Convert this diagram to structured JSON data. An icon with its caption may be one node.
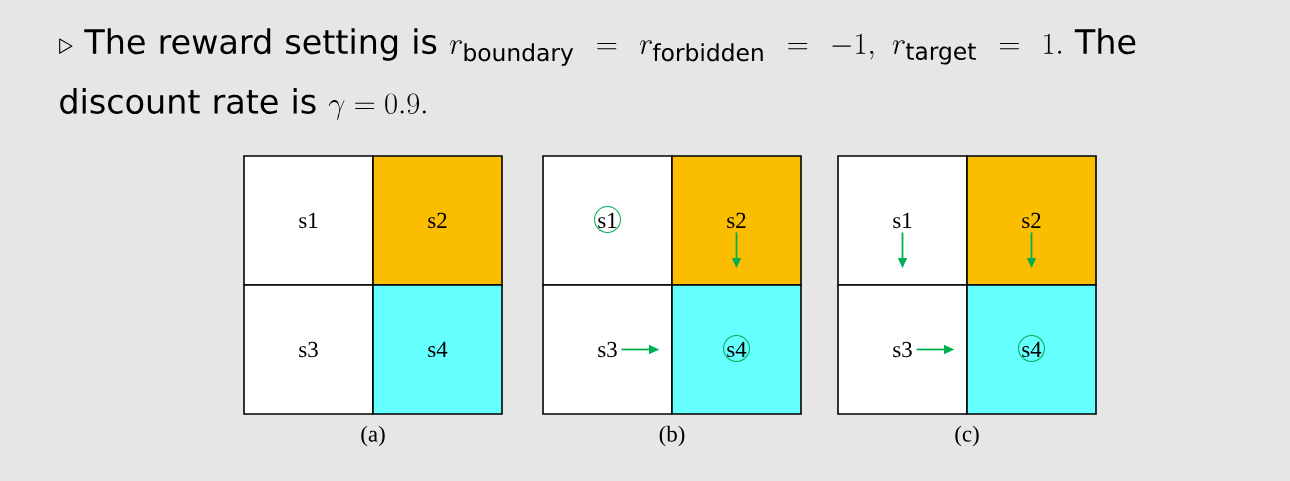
{
  "diagram": {
    "title": "\\triangleright\\ \\text{The reward setting is } r_{\\text{boundary}} = r_{\\text{forbidden}} = -1,\\ r_{\\text{target}} = 1.\\ \\text{The}\\allowbreak\\ \\text{discount rate is } \\gamma = 0.9.",
    "nodes": [
      {
        "text": [
          "s1"
        ]
      },
      {
        "text": [
          "s2"
        ]
      },
      {
        "text": [
          "s3"
        ]
      },
      {
        "text": [
          "s4"
        ]
      },
      {
        "text": [
          "s1"
        ]
      },
      {
        "text": [
          "s2"
        ]
      },
      {
        "text": [
          "s3"
        ]
      },
      {
        "text": [
          "s4"
        ]
      },
      {
        "text": [
          "s1"
        ]
      },
      {
        "text": [
          "s2"
        ]
      },
      {
        "text": [
          "s3"
        ]
      },
      {
        "text": [
          "s4"
        ]
      }
    ],
    "labels": [
      "(a)",
      "(b)",
      "(c)"
    ]
  }
}
